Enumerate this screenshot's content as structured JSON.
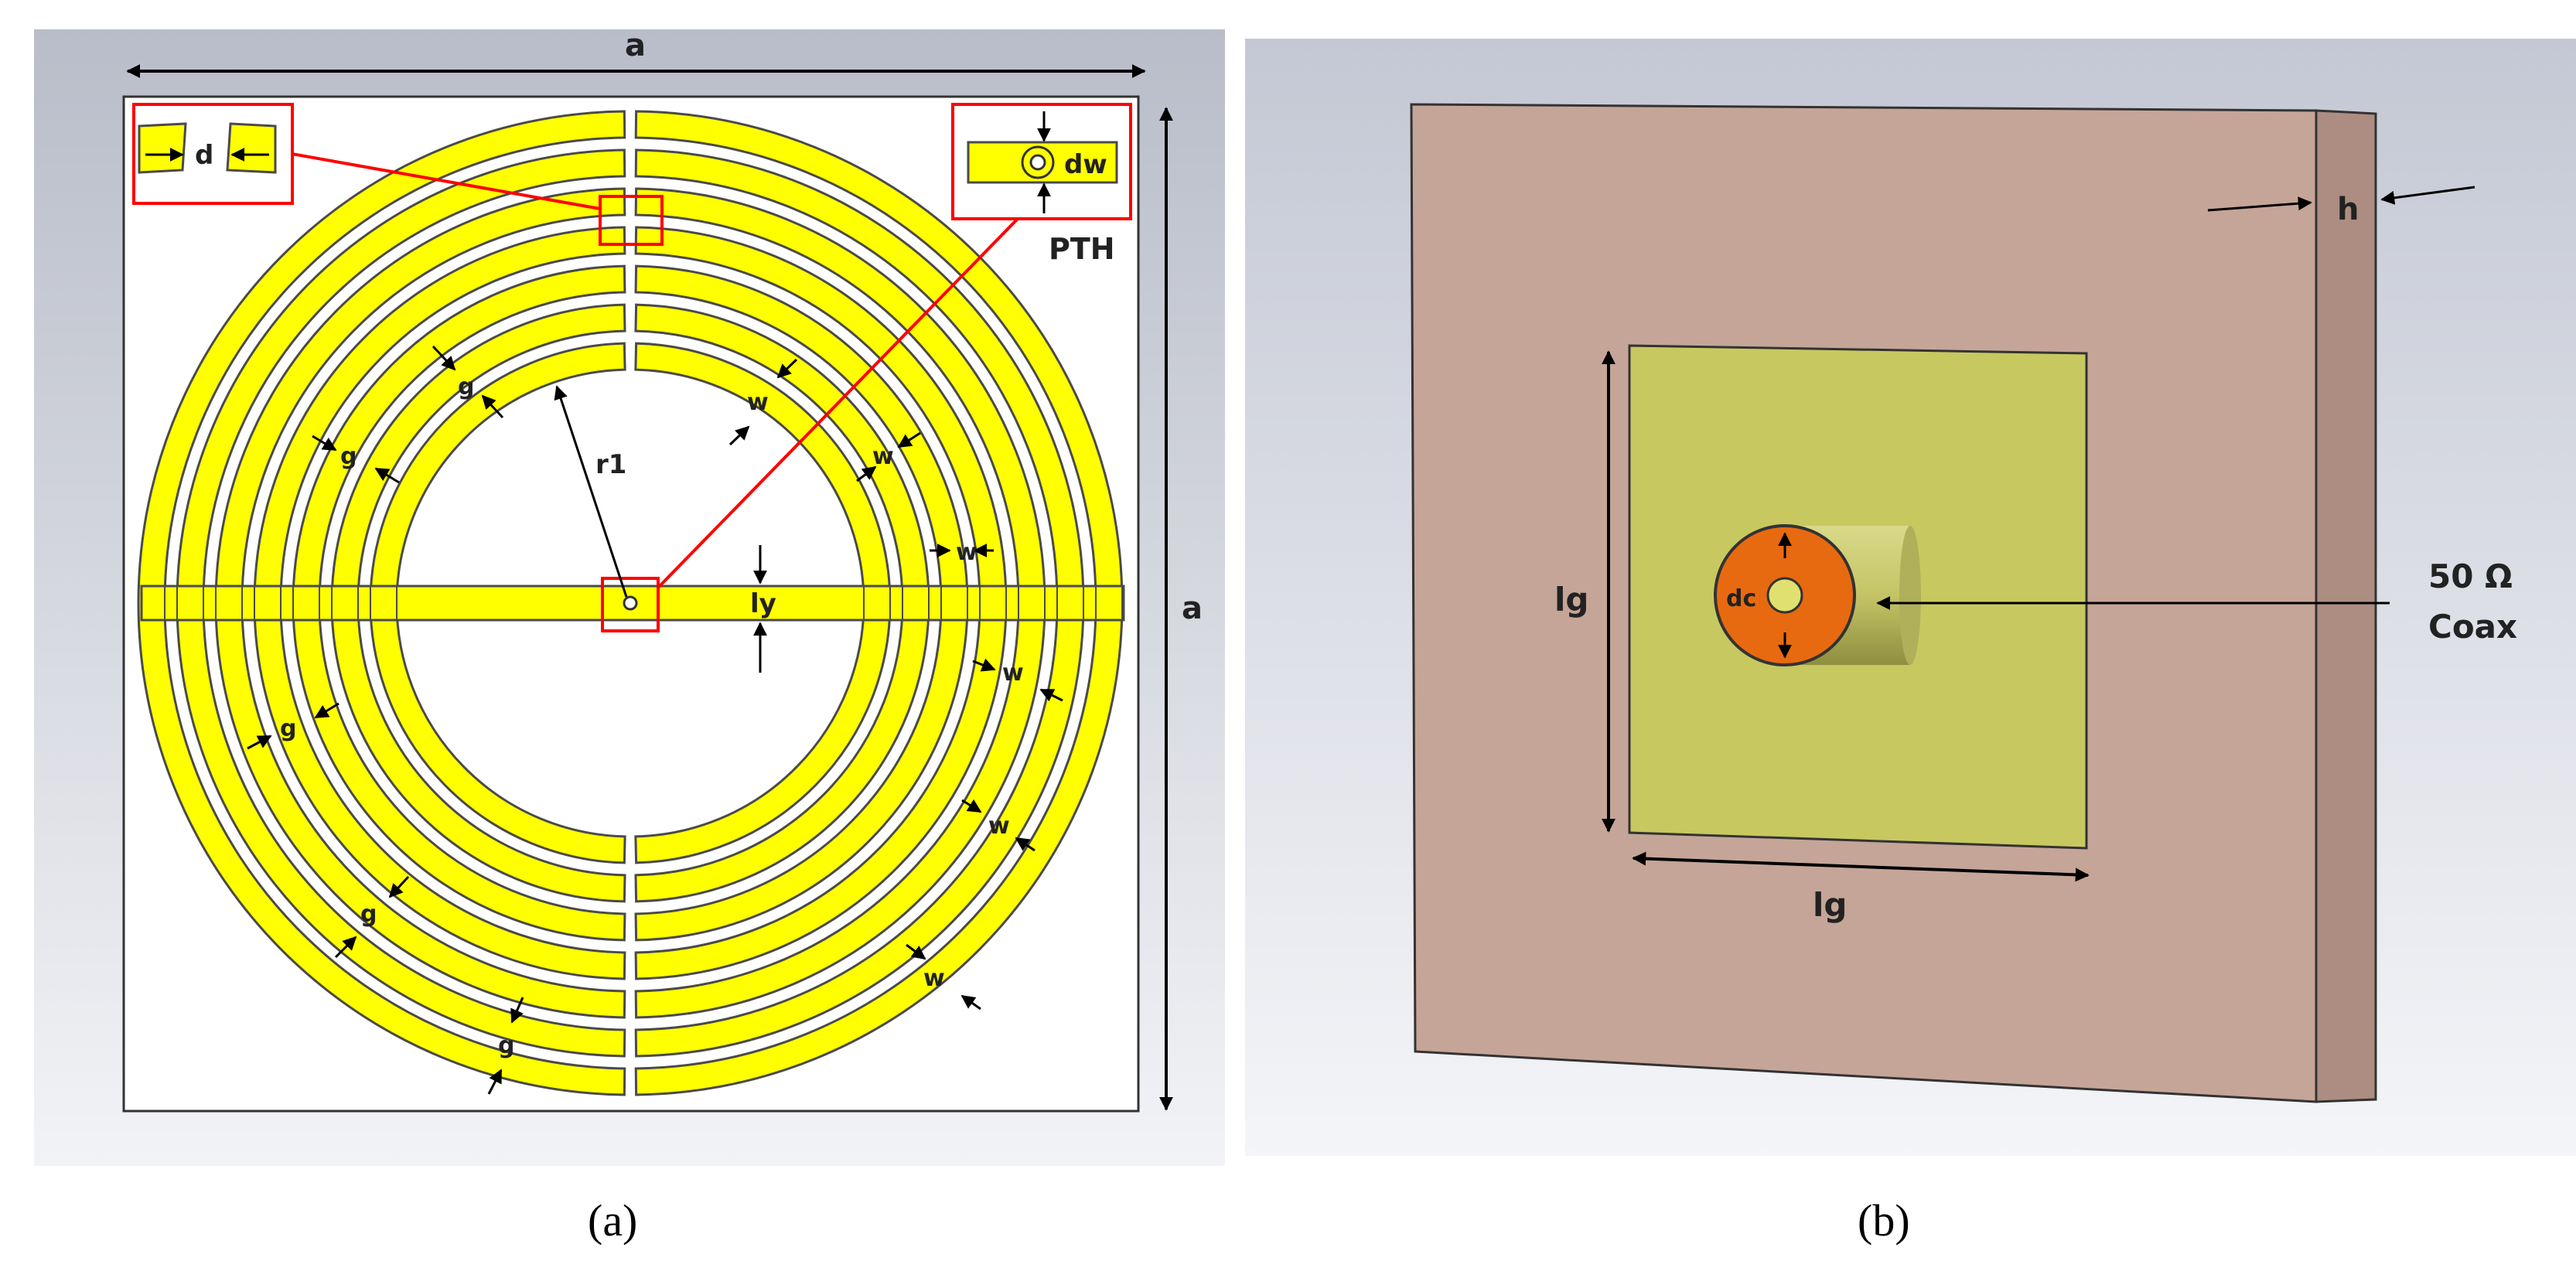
{
  "panel_a": {
    "caption": "(a)",
    "label_width": "a",
    "label_height": "a",
    "inset_gap": "d",
    "inset_via": "dw",
    "via_label": "PTH",
    "radius_label": "r1",
    "strip_label": "ly",
    "trace_width_label": "w",
    "gap_label": "g",
    "colors": {
      "background": "#c9ccd6",
      "substrate": "#ffffff",
      "ring": "#ffff00",
      "outline": "#4a4a4a",
      "callout": "#ff0000"
    }
  },
  "panel_b": {
    "caption": "(b)",
    "thickness_label": "h",
    "ground_side_label": "lg",
    "ground_bottom_label": "lg",
    "coax_diameter_label": "dc",
    "coax_label_line1": "50 Ω",
    "coax_label_line2": "Coax",
    "colors": {
      "background": "#d4d8e2",
      "substrate": "#c5a598",
      "substrate_side": "#ad8d82",
      "ground": "#c8c860",
      "coax_outer": "#e86a10",
      "coax_body": "#c0c070"
    }
  }
}
